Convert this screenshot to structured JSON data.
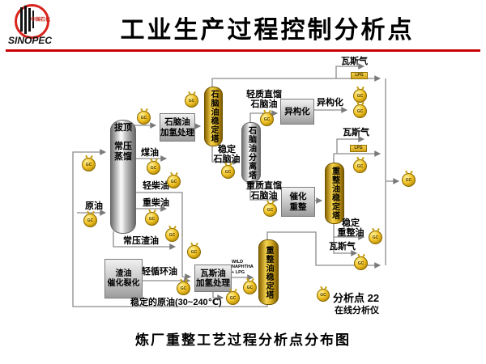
{
  "header": {
    "title": "工业生产过程控制分析点",
    "logo": {
      "brand_cn": "中国石化",
      "brand_en": "SINOPEC"
    }
  },
  "diagram": {
    "gc_label": "GC",
    "lpg_label": "LPG",
    "equipment": {
      "atm_column_top": "拔顶",
      "atm_column": "常压\n蒸馏",
      "naphtha_hydrotreater": "石脑油\n加氢处理",
      "naphtha_stabilizer": "石脑油稳定塔",
      "naphtha_splitter": "石脑油分离塔",
      "isomerization": "异构化",
      "catalytic_reformer": "催化\n重整",
      "reformate_stabilizer": "重整油稳定塔",
      "reformate_stabilizer_2": "重整油稳定塔",
      "residue_fcc": "渣油\n催化裂化",
      "gasoil_hydrotreater": "瓦斯油\n加氢处理"
    },
    "streams": {
      "crude_oil": "原油",
      "kerosene": "煤油",
      "light_diesel": "轻柴油",
      "heavy_diesel": "重柴油",
      "atm_residue": "常压渣油",
      "light_cycle_oil": "轻循环油",
      "stabilized_crude": "稳定的原油(30~240℃)",
      "stabilized_naphtha": "稳定\n石脑油",
      "light_sr_naphtha": "轻质直馏\n石脑油",
      "heavy_sr_naphtha": "重质直馏\n石脑油",
      "isomerate": "异构化",
      "stabilized_reformate": "稳定\n重整油",
      "dry_gas": "瓦斯气",
      "wild_naphtha_lpg": "WILD\nNAPHTHA\n+ LPG"
    },
    "legend": {
      "points": "分析点 22",
      "analyzer": "在线分析仪"
    }
  },
  "caption": "炼厂重整工艺过程分析点分布图",
  "colors": {
    "accent_red": "#c80000",
    "gold": "#e6b422",
    "line_gray": "#8c8c8c"
  }
}
